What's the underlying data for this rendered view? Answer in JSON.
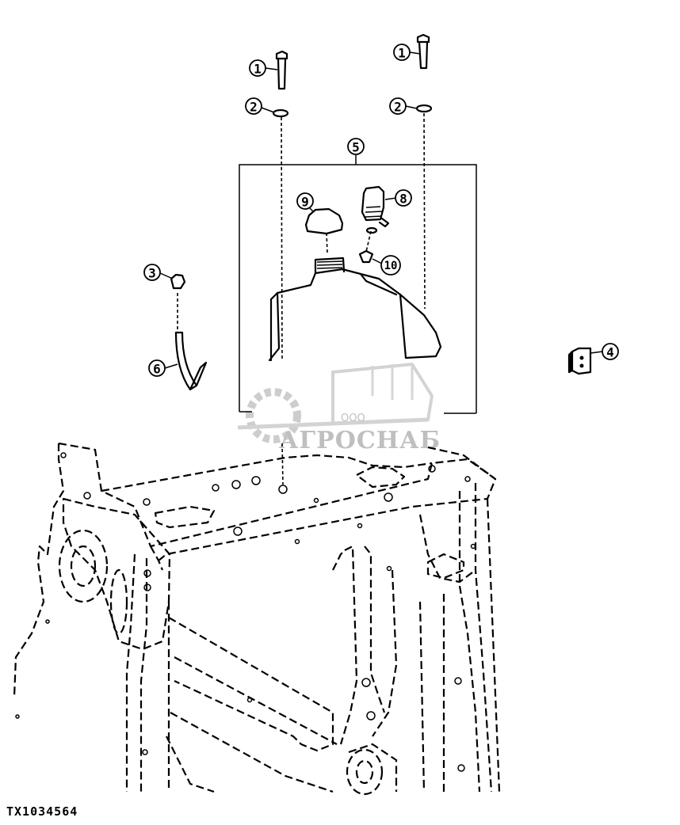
{
  "diagram": {
    "figure_id": "TX1034564",
    "callouts": [
      "1",
      "1",
      "2",
      "2",
      "3",
      "4",
      "5",
      "6",
      "8",
      "9",
      "10"
    ],
    "watermark": {
      "prefix": "ООО",
      "brand": "АГРОСНАБ"
    }
  }
}
